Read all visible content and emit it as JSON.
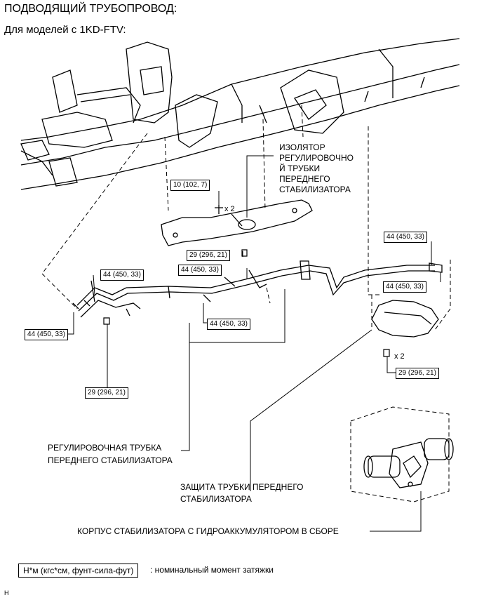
{
  "header": {
    "title": "ПОДВОДЯЩИЙ ТРУБОПРОВОД:",
    "subtitle": "Для моделей с 1KD-FTV:"
  },
  "labels": {
    "isolator": [
      "ИЗОЛЯТОР",
      "РЕГУЛИРОВОЧНО",
      "Й ТРУБКИ",
      "ПЕРЕДНЕГО",
      "СТАБИЛИЗАТОРА"
    ],
    "adjust_tube": [
      "РЕГУЛИРОВОЧНАЯ ТРУБКА",
      "ПЕРЕДНЕГО СТАБИЛИЗАТОРА"
    ],
    "protection": [
      "ЗАЩИТА ТРУБКИ ПЕРЕДНЕГО",
      "СТАБИЛИЗАТОРА"
    ],
    "housing": "КОРПУС СТАБИЛИЗАТОРА С ГИДРОАККУМУЛЯТОРОМ В СБОРЕ"
  },
  "torques": {
    "t10": "10 (102, 7)",
    "t29_top": "29 (296, 21)",
    "t44_mid": "44 (450, 33)",
    "t44_left_top": "44 (450, 33)",
    "t44_left_bot": "44 (450, 33)",
    "t44_center": "44 (450, 33)",
    "t29_left": "29 (296, 21)",
    "t44_right_top": "44 (450, 33)",
    "t44_right_bot": "44 (450, 33)",
    "t29_right": "29 (296, 21)"
  },
  "multipliers": {
    "x2_top": "x 2",
    "x2_right": "x 2"
  },
  "legend": {
    "box": "Н*м (кгс*см, фунт-сила-фут)",
    "text": ": номинальный момент затяжки"
  },
  "corner_code": "H"
}
